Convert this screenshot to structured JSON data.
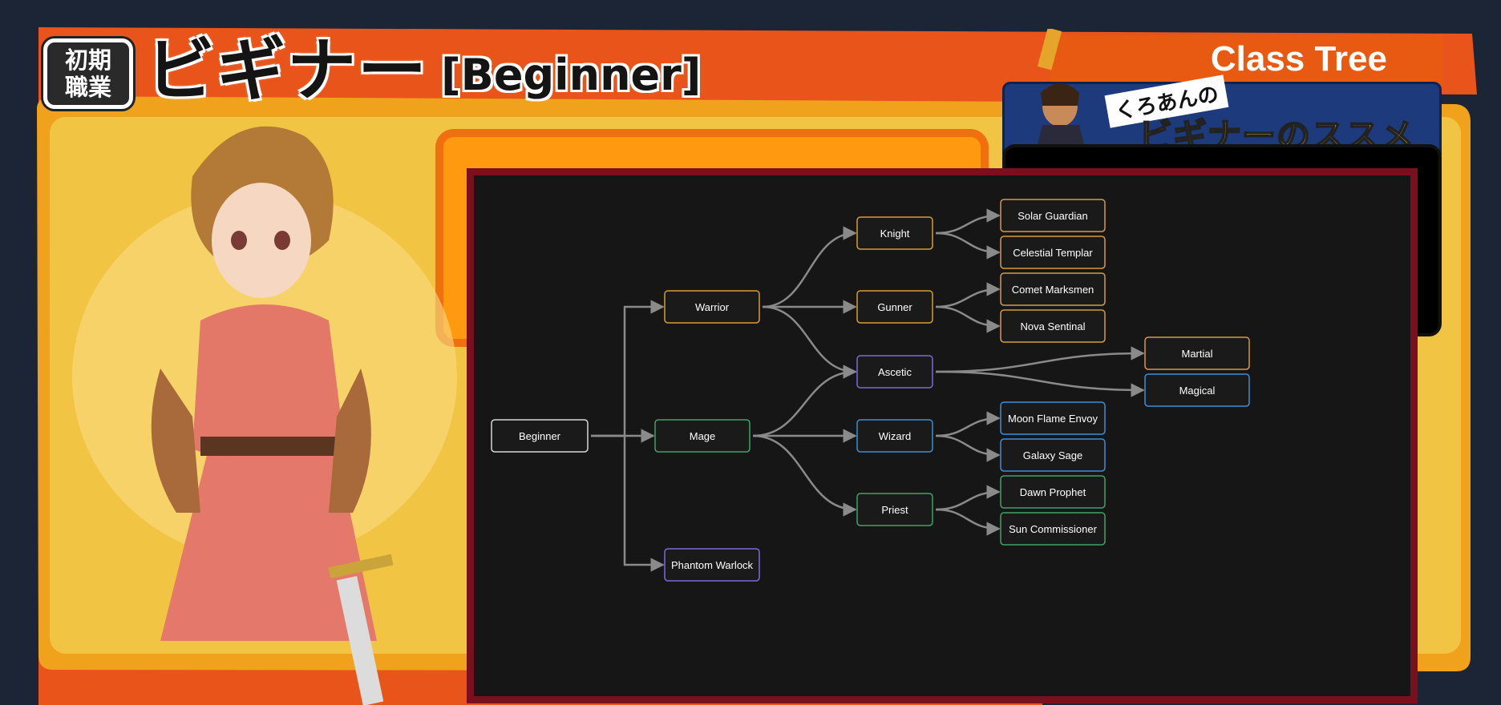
{
  "header": {
    "badge_line1": "初期",
    "badge_line2": "職業",
    "title_jp": "ビギナー",
    "title_en": "[Beginner]"
  },
  "side_banner": {
    "class_tree_label": "Class Tree",
    "kuroan_label": "くろあんの",
    "susume_label": "ビギナーのススメ"
  },
  "colors": {
    "background": "#1b2535",
    "frame": "#7a0f1e",
    "diagram_bg": "#161616",
    "edge": "#8a8a8a",
    "white_node": "#d8d8d8",
    "orange_node": "#d99a3a",
    "green_node": "#3ea36a",
    "blue_node": "#3a8fd6",
    "purple_node": "#7a6ad8"
  },
  "diagram": {
    "nodes": [
      {
        "id": "beginner",
        "label": "Beginner",
        "color": "white_node"
      },
      {
        "id": "warrior",
        "label": "Warrior",
        "color": "orange_node"
      },
      {
        "id": "mage",
        "label": "Mage",
        "color": "green_node"
      },
      {
        "id": "phantom",
        "label": "Phantom Warlock",
        "color": "purple_node"
      },
      {
        "id": "knight",
        "label": "Knight",
        "color": "orange_node"
      },
      {
        "id": "gunner",
        "label": "Gunner",
        "color": "orange_node"
      },
      {
        "id": "ascetic",
        "label": "Ascetic",
        "color": "purple_node"
      },
      {
        "id": "wizard",
        "label": "Wizard",
        "color": "blue_node"
      },
      {
        "id": "priest",
        "label": "Priest",
        "color": "green_node"
      },
      {
        "id": "solar",
        "label": "Solar Guardian",
        "color": "orange_node"
      },
      {
        "id": "celestial",
        "label": "Celestial Templar",
        "color": "orange_node"
      },
      {
        "id": "comet",
        "label": "Comet Marksmen",
        "color": "orange_node"
      },
      {
        "id": "nova",
        "label": "Nova Sentinal",
        "color": "orange_node"
      },
      {
        "id": "martial",
        "label": "Martial",
        "color": "orange_node"
      },
      {
        "id": "magical",
        "label": "Magical",
        "color": "blue_node"
      },
      {
        "id": "moon",
        "label": "Moon Flame Envoy",
        "color": "blue_node"
      },
      {
        "id": "galaxy",
        "label": "Galaxy Sage",
        "color": "blue_node"
      },
      {
        "id": "dawn",
        "label": "Dawn Prophet",
        "color": "green_node"
      },
      {
        "id": "sun",
        "label": "Sun Commissioner",
        "color": "green_node"
      }
    ],
    "edges": [
      [
        "beginner",
        "warrior"
      ],
      [
        "beginner",
        "mage"
      ],
      [
        "beginner",
        "phantom"
      ],
      [
        "warrior",
        "knight"
      ],
      [
        "warrior",
        "gunner"
      ],
      [
        "warrior",
        "ascetic"
      ],
      [
        "mage",
        "ascetic"
      ],
      [
        "mage",
        "wizard"
      ],
      [
        "mage",
        "priest"
      ],
      [
        "knight",
        "solar"
      ],
      [
        "knight",
        "celestial"
      ],
      [
        "gunner",
        "comet"
      ],
      [
        "gunner",
        "nova"
      ],
      [
        "ascetic",
        "martial"
      ],
      [
        "ascetic",
        "magical"
      ],
      [
        "wizard",
        "moon"
      ],
      [
        "wizard",
        "galaxy"
      ],
      [
        "priest",
        "dawn"
      ],
      [
        "priest",
        "sun"
      ]
    ]
  }
}
